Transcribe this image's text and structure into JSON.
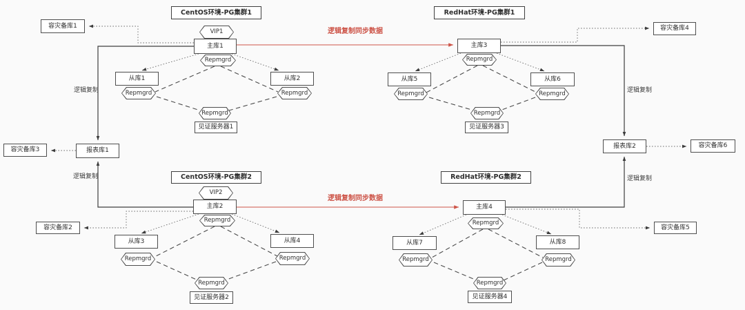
{
  "colors": {
    "background": "#fafafa",
    "accent_red": "#cd5448",
    "line": "#3d3d3d"
  },
  "clusters": [
    {
      "title": "CentOS环境-PG集群1",
      "vip": "VIP1",
      "primary": "主库1",
      "standbys": [
        "从库1",
        "从库2"
      ],
      "witness": "见证服务器1"
    },
    {
      "title": "RedHat环境-PG集群1",
      "primary": "主库3",
      "standbys": [
        "从库5",
        "从库6"
      ],
      "witness": "见证服务器3"
    },
    {
      "title": "CentOS环境-PG集群2",
      "vip": "VIP2",
      "primary": "主库2",
      "standbys": [
        "从库3",
        "从库4"
      ],
      "witness": "见证服务器2"
    },
    {
      "title": "RedHat环境-PG集群2",
      "primary": "主库4",
      "standbys": [
        "从库7",
        "从库8"
      ],
      "witness": "见证服务器4"
    }
  ],
  "agent_label": "Repmgrd",
  "dr_backups": [
    "容灾备库1",
    "容灾备库2",
    "容灾备库3",
    "容灾备库4",
    "容灾备库5",
    "容灾备库6"
  ],
  "report_dbs": [
    "报表库1",
    "报表库2"
  ],
  "edge_labels": {
    "logical_replication": "逻辑复制",
    "sync": "逻辑复制同步数据"
  }
}
